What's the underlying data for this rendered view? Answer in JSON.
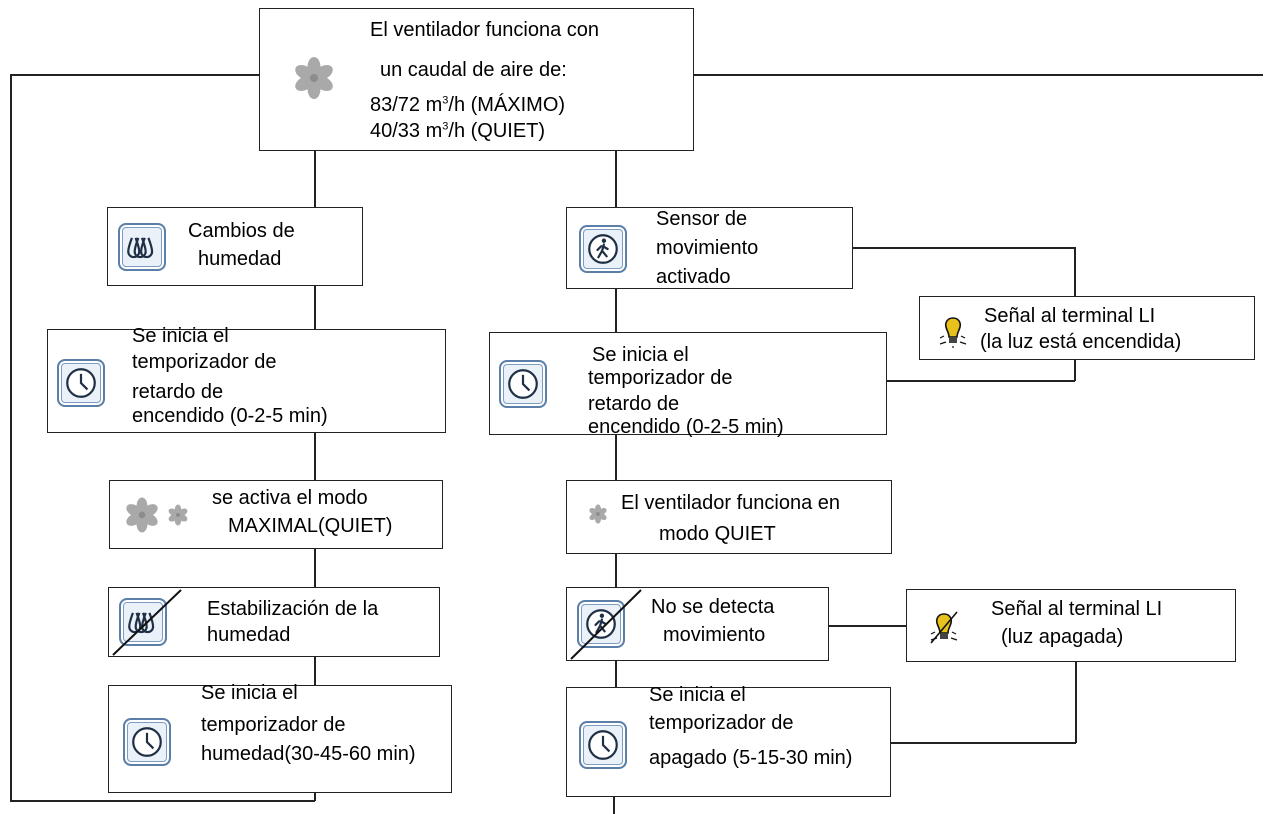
{
  "top_box": {
    "line1": "El ventilador funciona con",
    "line2": "un caudal de aire de:",
    "line3_pre": "83/72 m",
    "line3_sup": "3",
    "line3_post": "/h (MÁXIMO)",
    "line4_pre": "40/33 m",
    "line4_sup": "3",
    "line4_post": "/h (QUIET)",
    "icon": "fan-icon"
  },
  "left_branch": {
    "humidity_change": {
      "line1": "Cambios de",
      "line2": "humedad",
      "icon": "humidity-icon"
    },
    "turn_on_timer": {
      "line1": "Se inicia el",
      "line2": "temporizador de",
      "line3": "retardo de",
      "line4": "encendido (0-2-5 min)",
      "icon": "clock-icon"
    },
    "max_mode": {
      "line1": "se activa el modo",
      "line2": "MAXIMAL(QUIET)",
      "icon": "fan-icon"
    },
    "humidity_stable": {
      "line1": "Estabilización de la",
      "line2": "humedad",
      "icon": "humidity-off-icon"
    },
    "humidity_timer": {
      "line1": "Se inicia el",
      "line2": "temporizador de",
      "line3": "humedad(30-45-60 min)",
      "icon": "clock-icon"
    }
  },
  "right_branch": {
    "motion_sensor": {
      "line1": "Sensor de",
      "line2": "movimiento",
      "line3": "activado",
      "icon": "motion-icon"
    },
    "light_on_signal": {
      "line1": "Señal al terminal LI",
      "line2": "(la luz está encendida)",
      "icon": "bulb-icon"
    },
    "turn_on_timer": {
      "line1": "Se inicia el",
      "line2": "temporizador de",
      "line3": "retardo de",
      "line4": "encendido (0-2-5 min)",
      "icon": "clock-icon"
    },
    "quiet_mode": {
      "line1": "El ventilador funciona en",
      "line2": "modo QUIET",
      "icon": "fan-icon"
    },
    "no_motion": {
      "line1": "No se detecta",
      "line2": "movimiento",
      "icon": "motion-off-icon"
    },
    "light_off_signal": {
      "line1": "Señal al terminal LI",
      "line2": "(luz apagada)",
      "icon": "bulb-off-icon"
    },
    "turn_off_timer": {
      "line1": "Se inicia el",
      "line2": "temporizador de",
      "line3": "apagado (5-15-30 min)",
      "icon": "clock-icon"
    }
  },
  "colors": {
    "icon_blue": "#5b7fa8",
    "fan_gray": "#a9a9a9",
    "bulb_yellow": "#e8c21a"
  }
}
